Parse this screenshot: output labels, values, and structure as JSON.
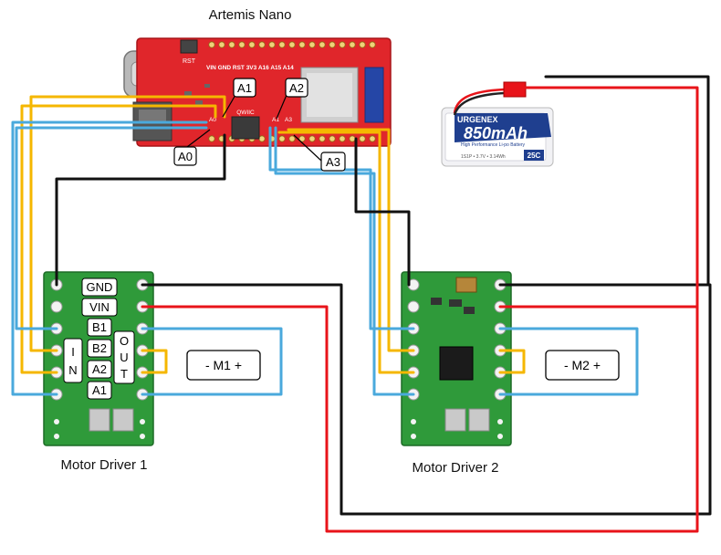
{
  "titles": {
    "artemis": "Artemis Nano",
    "driver1": "Motor Driver 1",
    "driver2": "Motor Driver 2"
  },
  "battery": {
    "brand": "URGENEX",
    "capacity": "850mAh",
    "subtitle": "High Performance Li-po Battery",
    "specs": "1S1P • 3.7V • 3.14Wh",
    "rating": "25C"
  },
  "artemis_board": {
    "silk_rst": "RST",
    "silk_row": "VIN GND RST 3V3 A16 A15 A14",
    "silk_qwiic": "QWIIC",
    "silk_a0": "A0",
    "silk_a3": "A3",
    "silk_a1": "A1"
  },
  "pin_callouts": {
    "a0": "A0",
    "a1": "A1",
    "a2": "A2",
    "a3": "A3"
  },
  "driver1_labels": {
    "gnd": "GND",
    "vin": "VIN",
    "b1": "B1",
    "b2": "B2",
    "a2": "A2",
    "a1": "A1",
    "in_i": "I",
    "in_n": "N",
    "out_o": "O",
    "out_u": "U",
    "out_t": "T"
  },
  "motors": {
    "m1": "- M1 +",
    "m2": "- M2 +"
  },
  "colors": {
    "wire_black": "#111111",
    "wire_red": "#e8141a",
    "wire_blue": "#4aa9dc",
    "wire_yellow": "#f5b700",
    "board_red": "#e0262b",
    "board_green": "#2f9a3a",
    "battery_blue": "#1f3f8f"
  }
}
